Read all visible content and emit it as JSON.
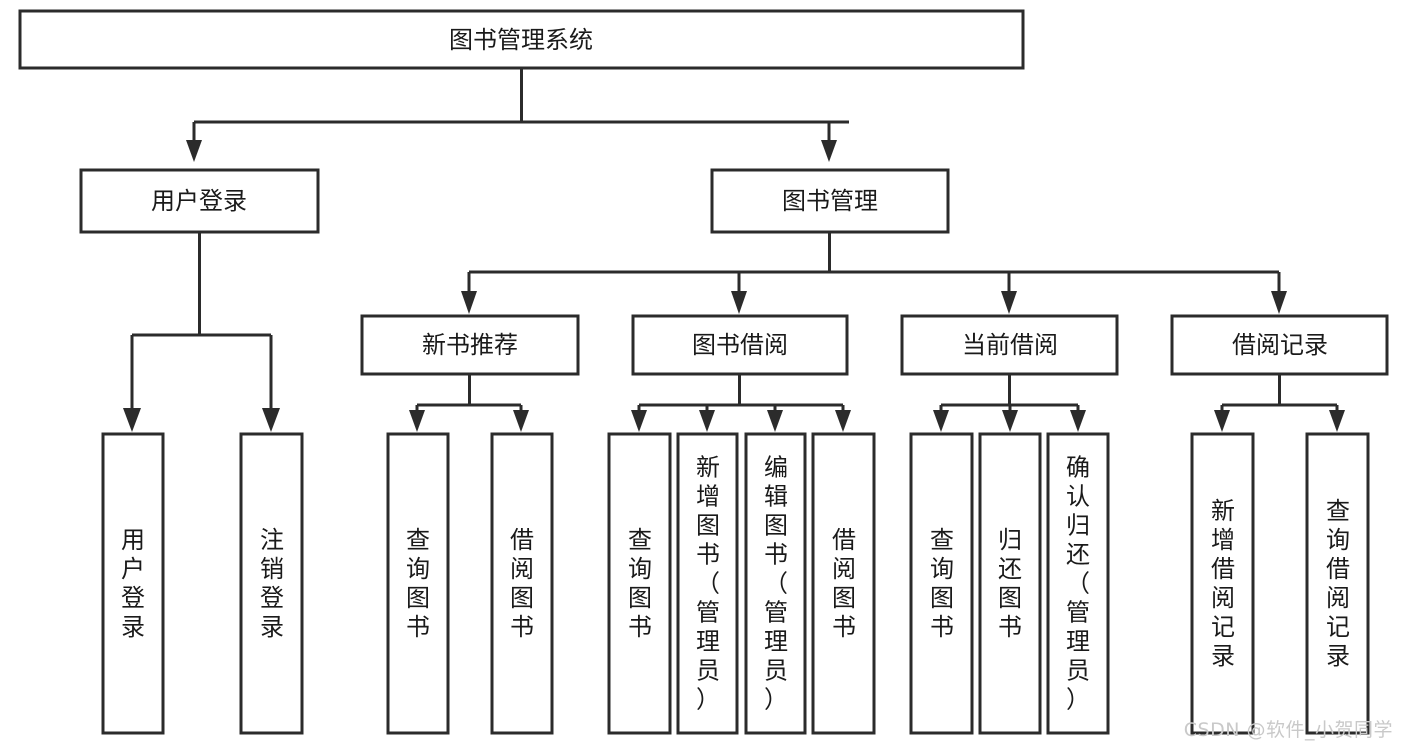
{
  "diagram": {
    "type": "tree-hierarchy",
    "title": "图书管理系统",
    "watermark": "CSDN @软件_小贺同学",
    "colors": {
      "stroke": "#2b2b2b",
      "fill": "#ffffff",
      "text": "#1a1a1a",
      "watermark": "#c9c9c9"
    },
    "levels": {
      "root": {
        "label": "图书管理系统"
      },
      "level2": [
        {
          "id": "user-login",
          "label": "用户登录"
        },
        {
          "id": "book-manage",
          "label": "图书管理"
        }
      ],
      "level3": [
        {
          "id": "new-book-rec",
          "label": "新书推荐",
          "parent": "book-manage"
        },
        {
          "id": "book-borrow",
          "label": "图书借阅",
          "parent": "book-manage"
        },
        {
          "id": "current-borrow",
          "label": "当前借阅",
          "parent": "book-manage"
        },
        {
          "id": "borrow-record",
          "label": "借阅记录",
          "parent": "book-manage"
        }
      ],
      "leaves": [
        {
          "id": "leaf-user-login",
          "label": "用户登录",
          "parent": "user-login"
        },
        {
          "id": "leaf-logout",
          "label": "注销登录",
          "parent": "user-login"
        },
        {
          "id": "leaf-query-book-1",
          "label": "查询图书",
          "parent": "new-book-rec"
        },
        {
          "id": "leaf-borrow-book-1",
          "label": "借阅图书",
          "parent": "new-book-rec"
        },
        {
          "id": "leaf-query-book-2",
          "label": "查询图书",
          "parent": "book-borrow"
        },
        {
          "id": "leaf-add-book",
          "label": "新增图书（管理员）",
          "parent": "book-borrow"
        },
        {
          "id": "leaf-edit-book",
          "label": "编辑图书（管理员）",
          "parent": "book-borrow"
        },
        {
          "id": "leaf-borrow-book-2",
          "label": "借阅图书",
          "parent": "book-borrow"
        },
        {
          "id": "leaf-query-book-3",
          "label": "查询图书",
          "parent": "current-borrow"
        },
        {
          "id": "leaf-return-book",
          "label": "归还图书",
          "parent": "current-borrow"
        },
        {
          "id": "leaf-confirm-return",
          "label": "确认归还（管理员）",
          "parent": "current-borrow"
        },
        {
          "id": "leaf-add-record",
          "label": "新增借阅记录",
          "parent": "borrow-record"
        },
        {
          "id": "leaf-query-record",
          "label": "查询借阅记录",
          "parent": "borrow-record"
        }
      ]
    }
  }
}
